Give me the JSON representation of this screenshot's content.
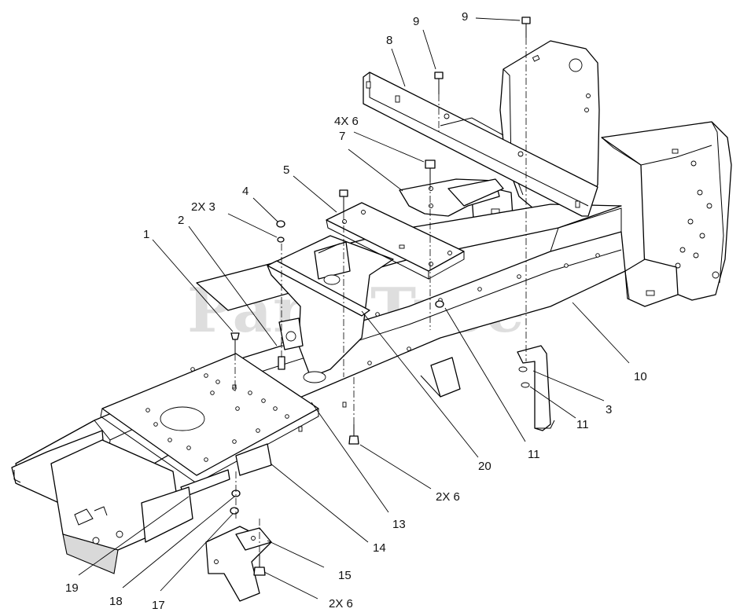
{
  "diagram": {
    "watermark": "PartsTree",
    "callouts": [
      {
        "id": "c1",
        "text": "1"
      },
      {
        "id": "c2",
        "text": "2"
      },
      {
        "id": "c2x3",
        "text": "2X 3"
      },
      {
        "id": "c4",
        "text": "4"
      },
      {
        "id": "c5",
        "text": "5"
      },
      {
        "id": "c4x6",
        "text": "4X 6"
      },
      {
        "id": "c7",
        "text": "7"
      },
      {
        "id": "c8",
        "text": "8"
      },
      {
        "id": "c9a",
        "text": "9"
      },
      {
        "id": "c9b",
        "text": "9"
      },
      {
        "id": "c10",
        "text": "10"
      },
      {
        "id": "c3",
        "text": "3"
      },
      {
        "id": "c11a",
        "text": "11"
      },
      {
        "id": "c11b",
        "text": "11"
      },
      {
        "id": "c20",
        "text": "20"
      },
      {
        "id": "c2x6a",
        "text": "2X 6"
      },
      {
        "id": "c13",
        "text": "13"
      },
      {
        "id": "c14",
        "text": "14"
      },
      {
        "id": "c15",
        "text": "15"
      },
      {
        "id": "c2x6b",
        "text": "2X 6"
      },
      {
        "id": "c17",
        "text": "17"
      },
      {
        "id": "c18",
        "text": "18"
      },
      {
        "id": "c19",
        "text": "19"
      }
    ]
  }
}
